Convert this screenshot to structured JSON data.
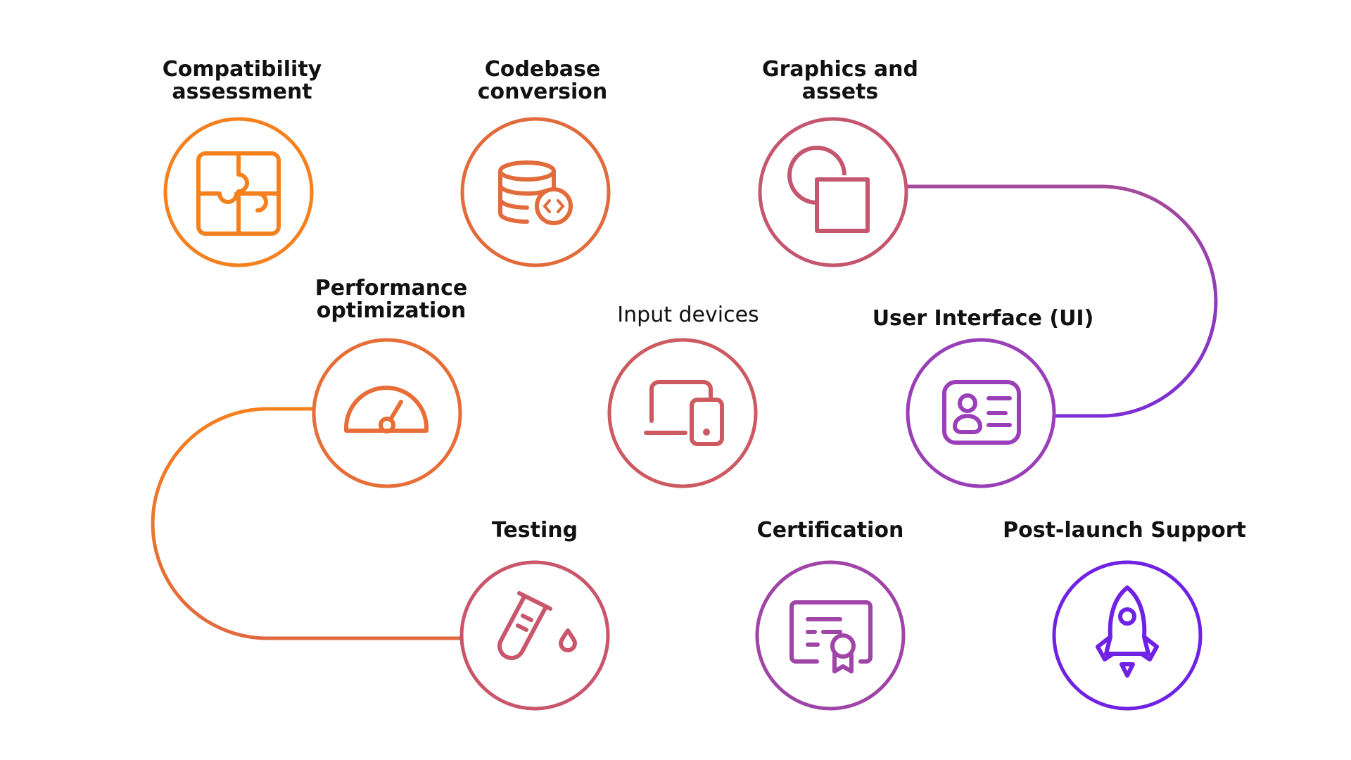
{
  "colors": {
    "orange": "#F5801E",
    "coral": "#E06A3F",
    "rose": "#C9566A",
    "magenta": "#A44A9A",
    "violet": "#8A3FC9",
    "purple": "#7022E4"
  },
  "steps": [
    {
      "label": "Compatibility\nassessment",
      "icon": "puzzle-icon"
    },
    {
      "label": "Codebase\nconversion",
      "icon": "database-code-icon"
    },
    {
      "label": "Graphics and\nassets",
      "icon": "shapes-icon"
    },
    {
      "label": "User Interface (UI)",
      "icon": "id-card-icon"
    },
    {
      "label": "Input devices",
      "icon": "devices-icon"
    },
    {
      "label": "Performance\noptimization",
      "icon": "speedometer-icon"
    },
    {
      "label": "Testing",
      "icon": "test-tube-icon"
    },
    {
      "label": "Certification",
      "icon": "certificate-icon"
    },
    {
      "label": "Post-launch Support",
      "icon": "rocket-icon"
    }
  ]
}
